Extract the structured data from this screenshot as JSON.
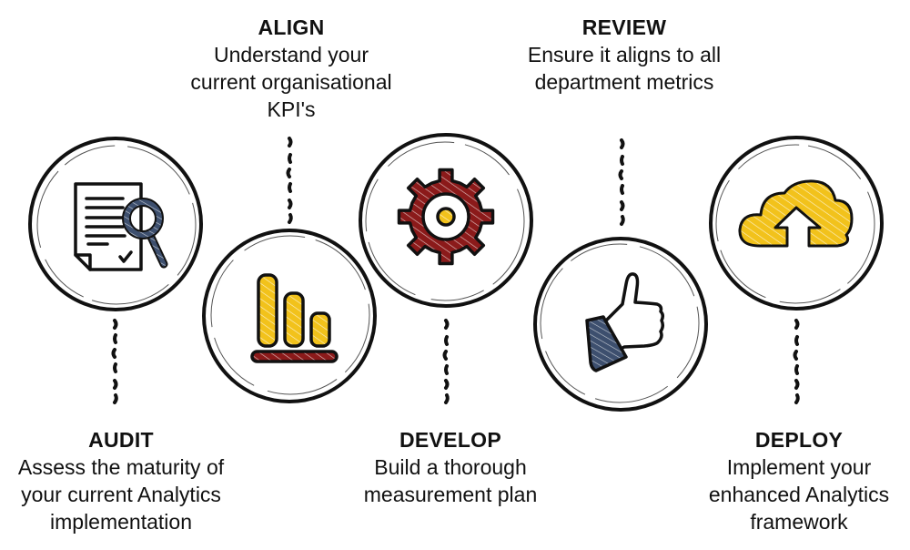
{
  "diagram": {
    "steps": [
      {
        "key": "audit",
        "title": "AUDIT",
        "lines": [
          "Assess the maturity of",
          "your current Analytics",
          "implementation"
        ],
        "icon": "document-search-icon"
      },
      {
        "key": "align",
        "title": "ALIGN",
        "lines": [
          "Understand your",
          "current organisational",
          "KPI's"
        ],
        "icon": "bar-chart-icon"
      },
      {
        "key": "develop",
        "title": "DEVELOP",
        "lines": [
          "Build a thorough",
          "measurement plan"
        ],
        "icon": "gear-icon"
      },
      {
        "key": "review",
        "title": "REVIEW",
        "lines": [
          "Ensure it aligns to all",
          "department metrics"
        ],
        "icon": "thumbs-up-icon"
      },
      {
        "key": "deploy",
        "title": "DEPLOY",
        "lines": [
          "Implement your",
          "enhanced Analytics",
          "framework"
        ],
        "icon": "cloud-upload-icon"
      }
    ],
    "colors": {
      "yellow": "#f2c21b",
      "red": "#8b1a1a",
      "navy": "#3d4f6e",
      "ink": "#111111"
    }
  }
}
